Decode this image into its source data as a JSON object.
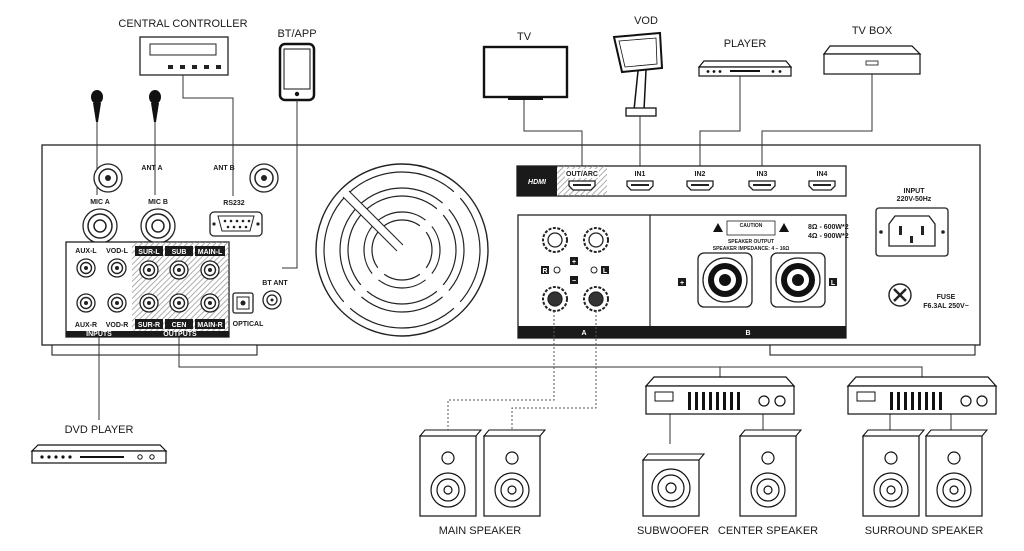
{
  "devices": {
    "central_controller": "CENTRAL CONTROLLER",
    "bt_app": "BT/APP",
    "tv": "TV",
    "vod": "VOD",
    "player": "PLAYER",
    "tv_box": "TV BOX",
    "dvd_player": "DVD PLAYER",
    "main_speaker": "MAIN SPEAKER",
    "subwoofer": "SUBWOOFER",
    "center_speaker": "CENTER SPEAKER",
    "surround_speaker": "SURROUND SPEAKER"
  },
  "panel": {
    "ant_a": "ANT A",
    "ant_b": "ANT B",
    "mic_a": "MIC A",
    "mic_b": "MIC B",
    "rs232": "RS232",
    "bt_ant": "BT ANT",
    "optical": "OPTICAL",
    "aux_l": "AUX-L",
    "vod_l": "VOD-L",
    "aux_r": "AUX-R",
    "vod_r": "VOD-R",
    "sur_l": "SUR-L",
    "sub": "SUB",
    "main_l": "MAIN-L",
    "sur_r": "SUR-R",
    "cen": "CEN",
    "main_r": "MAIN-R",
    "inputs": "INPUTS",
    "outputs": "OUTPUTS",
    "hdmi_logo": "HDMI",
    "out_arc": "OUT/ARC",
    "in1": "IN1",
    "in2": "IN2",
    "in3": "IN3",
    "in4": "IN4",
    "input_power": "INPUT",
    "input_voltage": "220V-50Hz",
    "fuse": "FUSE",
    "fuse_rating": "F6.3AL 250V~",
    "terminal_r": "R",
    "terminal_l": "L",
    "plus": "+",
    "minus": "−",
    "section_a": "A",
    "section_b": "B",
    "caution": "CAUTION",
    "speaker_output": "SPEAKER OUTPUT",
    "speaker_impedance": "SPEAKER IMPEDANCE: 4 – 16Ω",
    "power_8ohm": "8Ω - 600W*2",
    "power_4ohm": "4Ω - 900W*2"
  },
  "colors": {
    "line": "#222222",
    "panel_fill": "#ffffff",
    "label_bar": "#1a1a1a",
    "hatch": "#9a9a9a"
  }
}
